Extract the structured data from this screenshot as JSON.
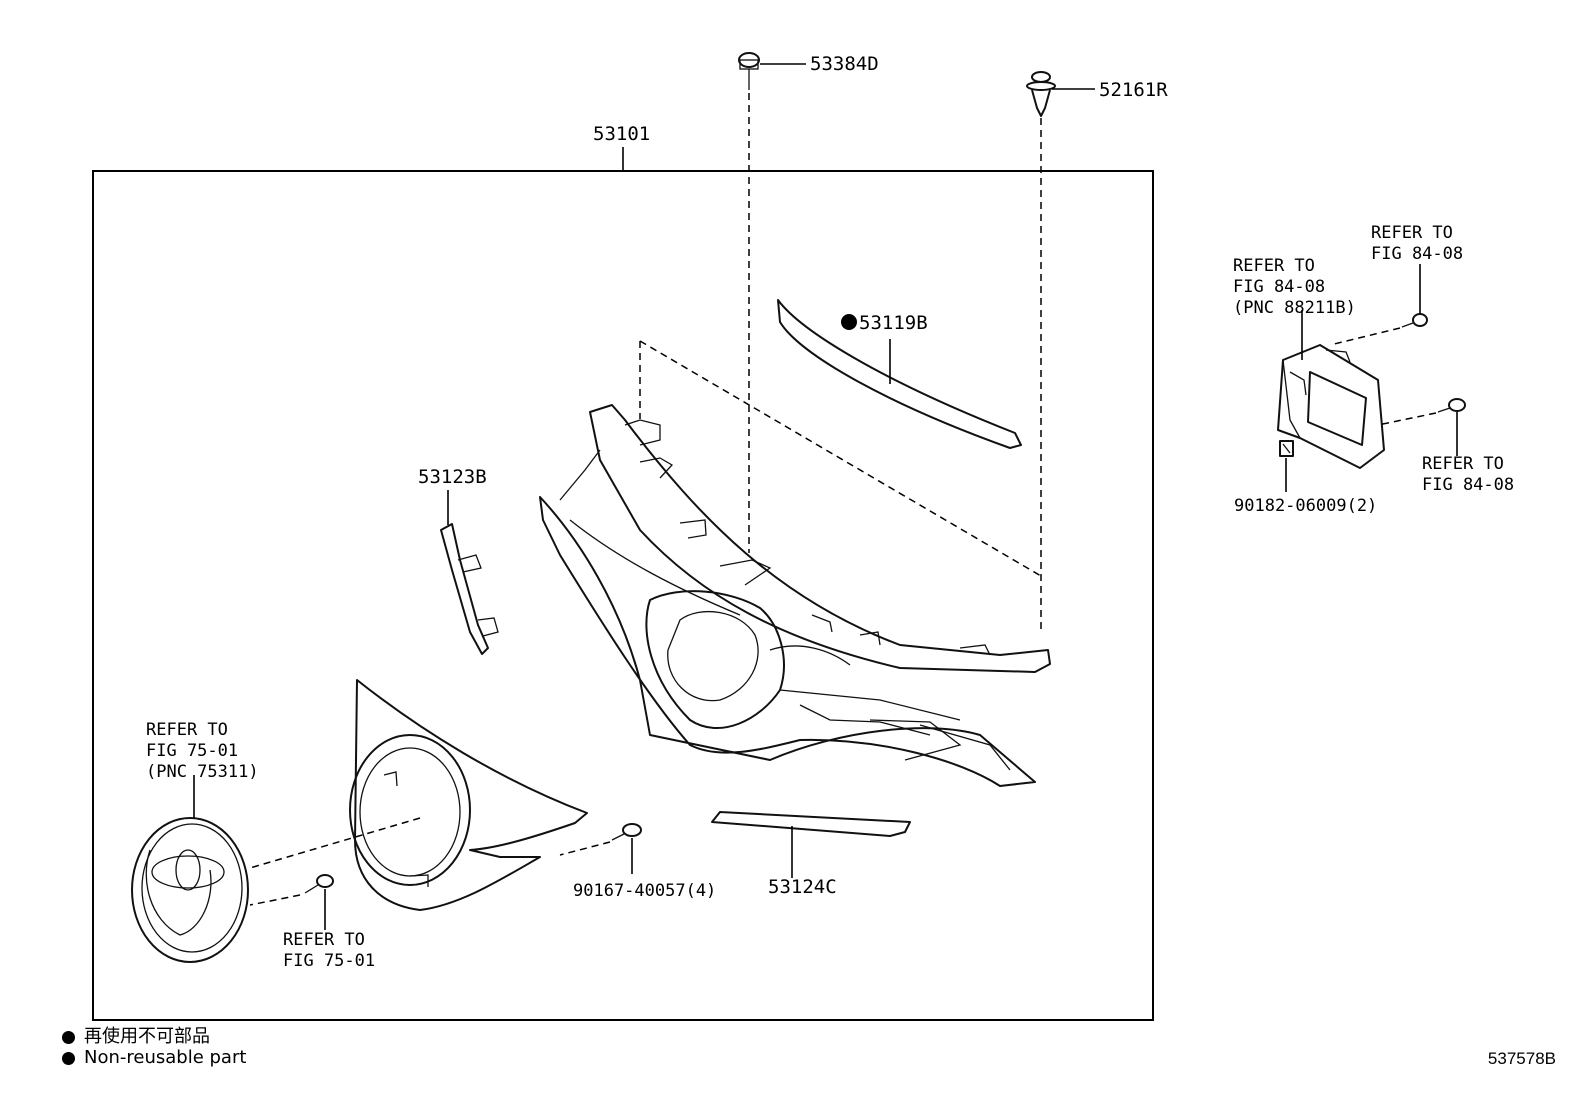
{
  "parts": {
    "p53101": "53101",
    "p53384D": "53384D",
    "p52161R": "52161R",
    "p53119B": "53119B",
    "p53123B": "53123B",
    "p53124C": "53124C",
    "p90167": "90167-40057(4)",
    "p90182": "90182-06009(2)"
  },
  "refs": {
    "emblem_ref": [
      "REFER TO",
      "FIG 75-01",
      "(PNC 75311)"
    ],
    "emblem_screw_ref": [
      "REFER TO",
      "FIG 75-01"
    ],
    "sensor_ref": [
      "REFER TO",
      "FIG 84-08",
      "(PNC 88211B)"
    ],
    "sensor_bolt_top_ref": [
      "REFER TO",
      "FIG 84-08"
    ],
    "sensor_bolt_right_ref": [
      "REFER TO",
      "FIG 84-08"
    ]
  },
  "legend": {
    "jp": "再使用不可部品",
    "en": "Non-reusable part"
  },
  "figure_code": "537578B"
}
